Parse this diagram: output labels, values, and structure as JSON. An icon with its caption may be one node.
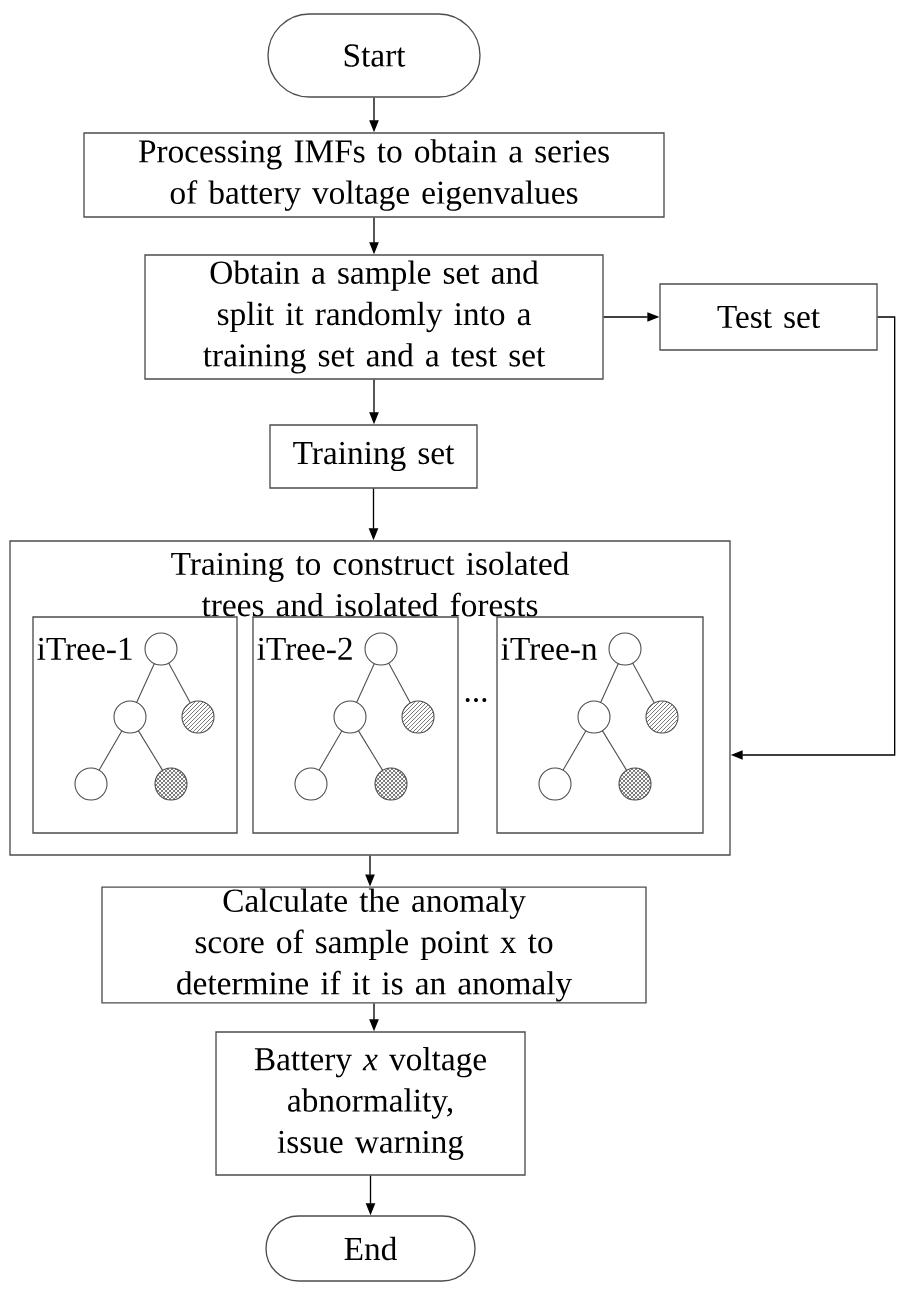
{
  "diagram": {
    "nodes": [
      {
        "text": [
          "Start"
        ]
      },
      {
        "text": [
          "Processing IMFs to obtain a series of battery voltage eigenvalues"
        ]
      },
      {
        "text": [
          "Obtain a sample set and split it randomly into a training set and a test set"
        ]
      },
      {
        "text": [
          "Test set"
        ]
      },
      {
        "text": [
          "Training set"
        ]
      },
      {
        "text": [
          "Training to construct isolated trees and isolated forests"
        ]
      },
      {
        "text": [
          "iTree-1"
        ],
        "in": 5
      },
      {
        "text": [
          "iTree-2"
        ],
        "in": 5
      },
      {
        "text": [
          "iTree-n"
        ],
        "in": 5
      },
      {
        "text": [
          "Calculate the anomaly score of sample point x to determine if it is an anomaly"
        ]
      },
      {
        "text": [
          "Battery *x* voltage abnormality, issue warning"
        ]
      },
      {
        "text": [
          "End"
        ]
      }
    ],
    "edges": [
      {
        "from": 0,
        "to": 1,
        "arrow": "to"
      },
      {
        "from": 1,
        "to": 2,
        "arrow": "to"
      },
      {
        "from": 2,
        "to": 3,
        "arrow": "to"
      },
      {
        "from": 2,
        "to": 4,
        "arrow": "to"
      },
      {
        "from": 3,
        "to": 5,
        "arrow": "to"
      },
      {
        "from": 4,
        "to": 5,
        "arrow": "to"
      },
      {
        "from": 5,
        "to": 9,
        "arrow": "to"
      },
      {
        "from": 9,
        "to": 10,
        "arrow": "to"
      },
      {
        "from": 10,
        "to": 11,
        "arrow": "to"
      }
    ],
    "labels": [
      "..."
    ]
  }
}
